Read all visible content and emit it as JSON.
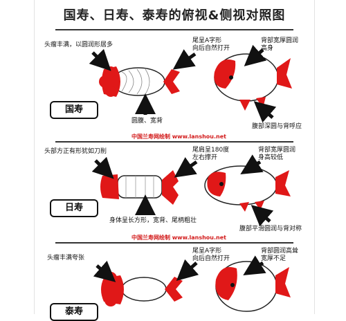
{
  "title": "国寿、日寿、泰寿的俯视&侧视对照图",
  "watermark": "中国兰寿网绘制 www.lanshou.net",
  "sections": [
    {
      "badge": "国寿",
      "labels": {
        "top_left": "头瘤丰满，以圆润形居多",
        "top_mid": "尾呈A字形\n向后自然打开",
        "top_right": "背部宽厚圆润\n高身",
        "bottom_mid": "圆腹、宽背",
        "bottom_right": "腹部深圆与背呼应"
      }
    },
    {
      "badge": "日寿",
      "labels": {
        "top_left": "头部方正有形犹如刀削",
        "top_mid": "尾肩呈180度\n左右撑开",
        "top_right": "背部宽厚圆润\n身高较低",
        "bottom_mid": "身体呈长方形，宽背、尾柄粗壮",
        "bottom_right": "腹部平滑圆润与背对称"
      }
    },
    {
      "badge": "泰寿",
      "labels": {
        "top_left": "头瘤丰满夸张",
        "top_mid": "尾呈A字形\n向后自然打开",
        "top_right": "背部圆润高耸\n宽厚不足"
      }
    }
  ],
  "colors": {
    "fish_red": "#e01818",
    "text": "#111111",
    "watermark": "#d21a1a"
  }
}
